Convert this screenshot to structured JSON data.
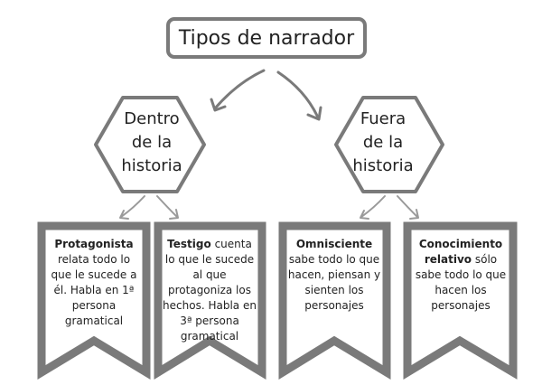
{
  "title": "Tipos de narrador",
  "categories": [
    {
      "lines": [
        "Dentro",
        "de la",
        "historia"
      ],
      "types": [
        {
          "name": "Protagonista",
          "description": "relata todo lo que le sucede a él. Habla en 1ª persona gramatical"
        },
        {
          "name": "Testigo",
          "description": "cuenta lo que le sucede al que protagoniza los hechos. Habla en 3ª persona gramatical"
        }
      ]
    },
    {
      "lines": [
        "Fuera",
        "de la",
        "historia"
      ],
      "types": [
        {
          "name": "Omnisciente",
          "description": "sabe todo lo que hacen, piensan y sienten los personajes"
        },
        {
          "name": "Conocimiento relativo",
          "description": "sólo sabe todo lo que hacen los personajes"
        }
      ]
    }
  ],
  "colors": {
    "border": "#7a7a7a",
    "banner_fill": "#ffffff",
    "text": "#222222"
  }
}
